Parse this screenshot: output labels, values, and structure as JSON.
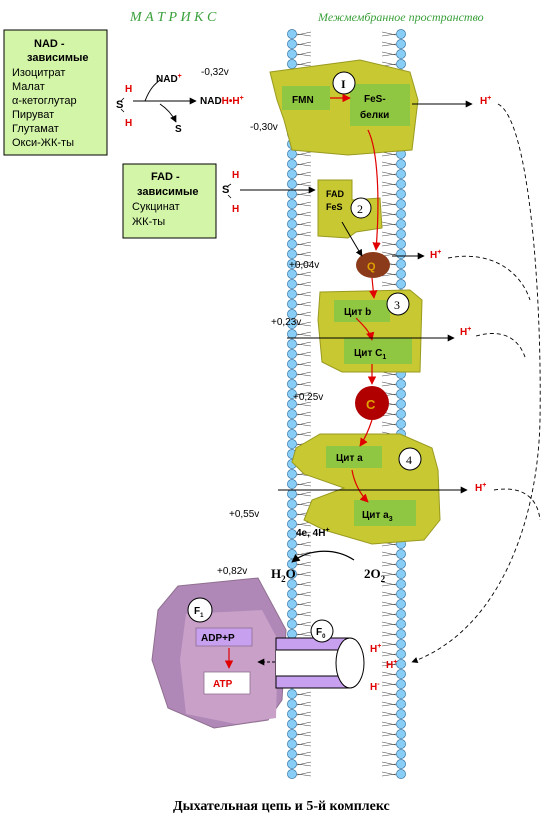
{
  "header": {
    "matrix": "М А Т Р И К С",
    "intermembrane": "Межмембранное пространство"
  },
  "nad_box": {
    "title_line1": "NAD -",
    "title_line2": "зависимые",
    "items": [
      "Изоцитрат",
      "Малат",
      "α-кетоглутар",
      "Пируват",
      "Глутамат",
      "Окси-ЖК-ты"
    ]
  },
  "fad_box": {
    "title_line1": "FAD -",
    "title_line2": "зависимые",
    "items": [
      "Сукцинат",
      "ЖК-ты"
    ]
  },
  "substrate": {
    "s_label": "S",
    "h_label": "H",
    "nad_plus": "NAD",
    "nad_plus_sup": "+",
    "nadh": "NAD",
    "nadh_h": "H",
    "nadh_dot": "•",
    "nadh_hplus": "H",
    "nadh_hplus_sup": "+"
  },
  "potentials": {
    "p1": "-0,32v",
    "p2": "-0,30v",
    "p3": "+0,04v",
    "p4": "+0,23v",
    "p5": "+0,25v",
    "p6": "+0,55v",
    "p7": "+0,82v"
  },
  "complexes": {
    "c1_num": "I",
    "fmn": "FMN",
    "fes_line1": "FeS-",
    "fes_line2": "белки",
    "c2_num": "2",
    "fad_line1": "FAD",
    "fad_line2": "FeS",
    "q": "Q",
    "c3_num": "3",
    "cyt_b": "Цит b",
    "cyt_c1": "Цит С",
    "cyt_c1_sub": "1",
    "c": "C",
    "c4_num": "4",
    "cyt_a": "Цит a",
    "cyt_a3": "Цит a",
    "cyt_a3_sub": "3",
    "electrons": "4e, 4H",
    "electrons_sup": "+",
    "h2o": "H",
    "h2o_sub": "2",
    "h2o_o": "O",
    "o2": "2O",
    "o2_sub": "2"
  },
  "protons": {
    "h": "H",
    "plus": "+",
    "minus": "-"
  },
  "atp_synthase": {
    "f1": "F",
    "f1_sub": "1",
    "f0": "F",
    "f0_sub": "0",
    "adp": "ADP+P",
    "atp": "ATP"
  },
  "caption": "Дыхательная цепь и 5-й комплекс",
  "colors": {
    "header_text": "#3aa03a",
    "box_fill": "#d2f5a8",
    "complex_yellow": "#c8c832",
    "complex_green": "#8fc742",
    "proton_red": "#e00000",
    "q_brown": "#8b3a1a",
    "c_red": "#b00000",
    "lipid_blue": "#87cdf5",
    "f1_purple": "#b088b8",
    "f1_inner": "#c8a0c8",
    "f0_lilac": "#c8a0f0"
  }
}
